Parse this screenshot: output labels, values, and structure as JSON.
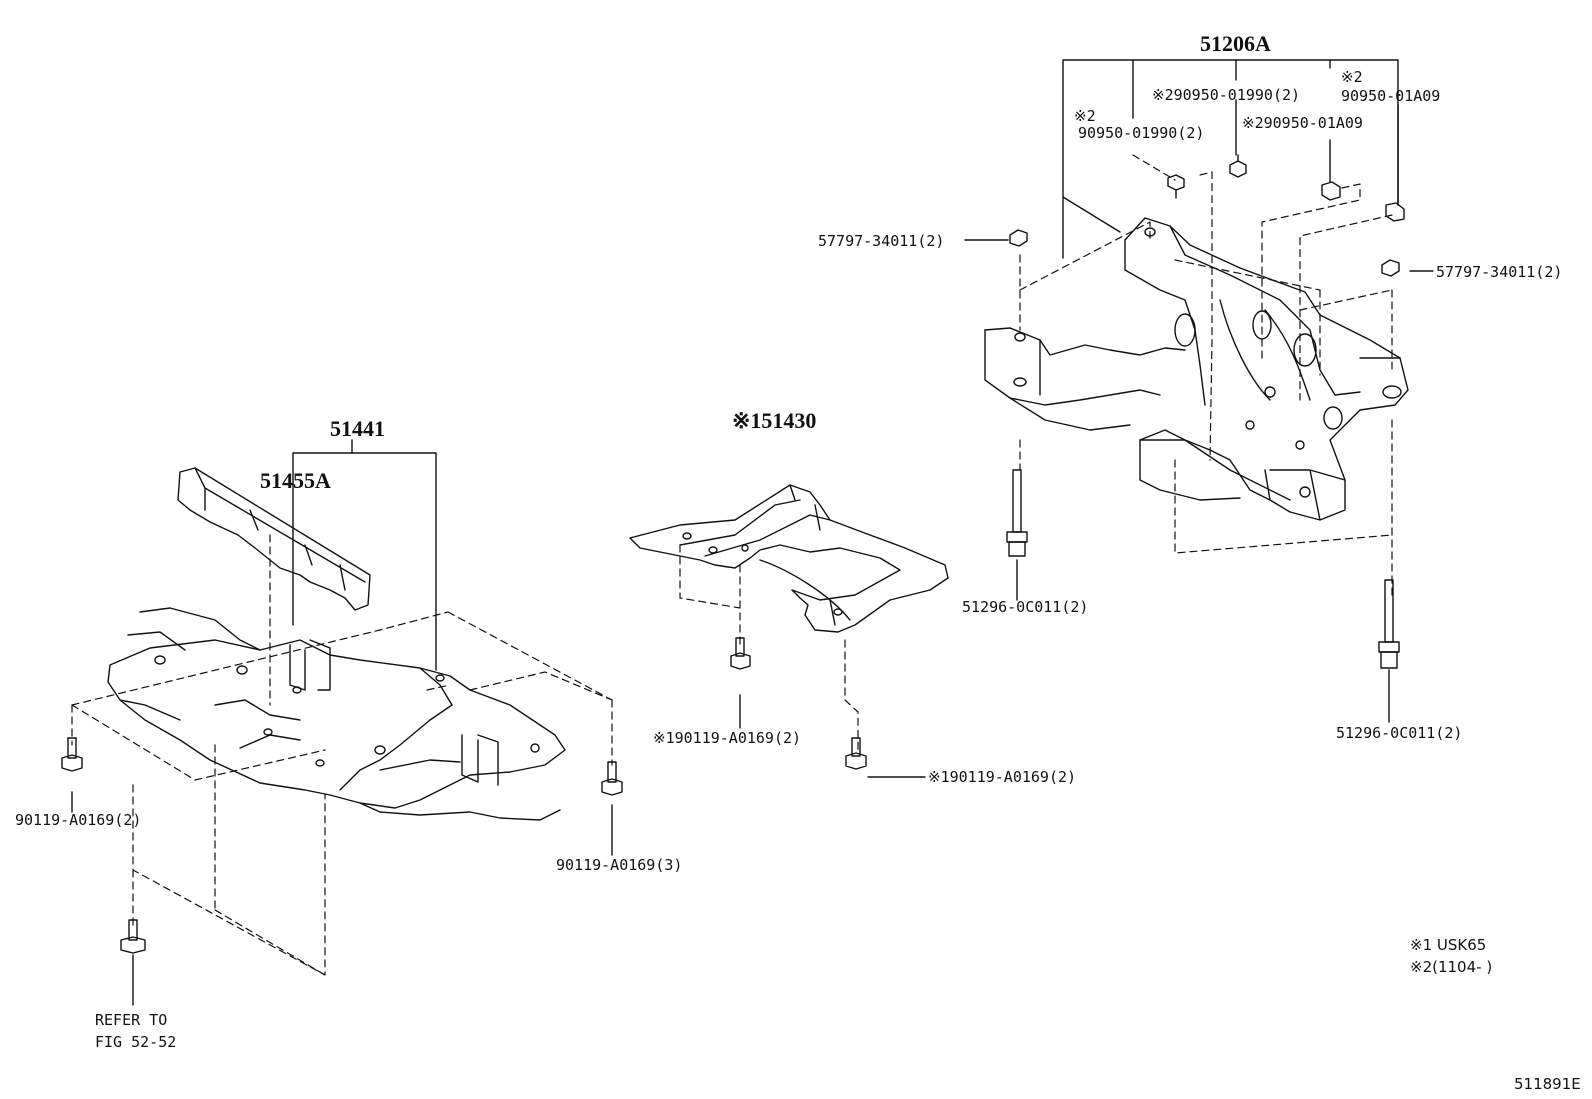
{
  "labels": {
    "p51206A": "51206A",
    "p909501990_mid": "※290950-01990(2)",
    "p90950A09_top_mark": "※2",
    "p90950A09_top": "90950-01A09",
    "p909501990_left_mark": "※2",
    "p909501990_left": "90950-01990(2)",
    "p90950A09_mid": "※290950-01A09",
    "p57797_left": "57797-34011(2)",
    "p57797_right": "57797-34011(2)",
    "p51441": "51441",
    "p51455A": "51455A",
    "p51430": "※151430",
    "p51296_left": "51296-0C011(2)",
    "p51296_right": "51296-0C011(2)",
    "p90119_center_upper": "※190119-A0169(2)",
    "p90119_center_lower": "※190119-A0169(2)",
    "p90119_left": "90119-A0169(2)",
    "p90119_3": "90119-A0169(3)",
    "refer_line1": "REFER TO",
    "refer_line2": "FIG 52-52",
    "note1": "※1 USK65",
    "note2": "※2(1104-    )",
    "fig_id": "511891E"
  }
}
